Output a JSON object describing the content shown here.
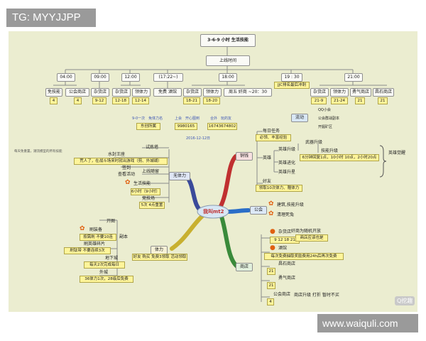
{
  "tag": "TG: MYYJJPP",
  "watermark": "www.waiquli.com",
  "corner_logo": "Q挖趣",
  "title": "3-6-9 小时 生活技能",
  "timeline": {
    "header": "上线时间",
    "times": [
      "04:00",
      "09:00",
      "12:00",
      "(17:22~)",
      "18:00",
      "19 : 30",
      "21:00"
    ],
    "note_1930": "JJC排名最后冲刺",
    "items": [
      "免技能",
      "公会商店",
      "杂货店",
      "杂货店",
      "领体力",
      "免费 酒馆",
      "杂货店",
      "领体力",
      "周五 奸商 ~20：30",
      "杂货店",
      "领体力",
      "勇气商店",
      "昌石商店"
    ],
    "values": [
      "4",
      "4",
      "9-12",
      "12-18",
      "12-14",
      "18-21",
      "18-20",
      "21-9",
      "21-24",
      "21",
      "21"
    ]
  },
  "info_boxes": {
    "blue_labels": [
      "9-0一次　免体力名",
      "上会　开心图到",
      "合外　玩的友"
    ],
    "values": [
      "东创所属",
      "9980165",
      "16743674802"
    ],
    "date": "2016-12-12日"
  },
  "legend": {
    "label": "流动",
    "lines": [
      "QQ小会",
      "公会群战副本",
      "开掘矿区"
    ]
  },
  "center": "我叫mt2",
  "left_branch": {
    "main": "无体力",
    "items": [
      "试炼塔",
      "水封王座",
      "荒人了，在战斗场来时就出游戏（剪、外城瑚）",
      "签到",
      "查看活动",
      "上线随留",
      "生活技能",
      "6小时（9小时）",
      "竞技场",
      "5次 4点重置"
    ],
    "note": "每天免重置，潮流模型的所有技能"
  },
  "top_right_branch": {
    "main": "铜钱",
    "items": [
      "每日任务",
      "必领、丰富经验",
      "英雄",
      "英雄升级",
      "武器升级",
      "技能升级",
      "6分钟回复1点，10小时 10点，2小时20点",
      "英雄觉醒",
      "英雄进化",
      "英雄升星",
      "好友",
      "领取10次体力、赠体力"
    ]
  },
  "union_branch": {
    "main": "公会",
    "items": [
      "建筑,技能升级",
      "清理死兔"
    ]
  },
  "shop_branch": {
    "main": "商店",
    "items": [
      "杂货店",
      "9 12 18 21",
      "奸商为随机开放",
      "商店应该也是",
      "酒馆",
      "每次免费抽取奖励费用24h后再次免费",
      "昌石商店",
      "21",
      "勇气商店",
      "21",
      "公会商店",
      "4",
      "商店升级 打折 暂时不买"
    ]
  },
  "stamina_branch": {
    "main": "体力",
    "items": [
      "开图",
      "刷装备",
      "按需刷 不要10连",
      "刷英雄碎片",
      "刷钛带 不要连续3次",
      "地下城",
      "每天2次完成每日",
      "外城",
      "36体力1次，28级后免费",
      "副本",
      "好友 购买 免费3领取 活动领取"
    ]
  },
  "colors": {
    "left": "#3a4a9a",
    "top_right": "#c03030",
    "right_union": "#2a6ec8",
    "shop": "#3a8a3a",
    "stamina": "#c8b030"
  }
}
